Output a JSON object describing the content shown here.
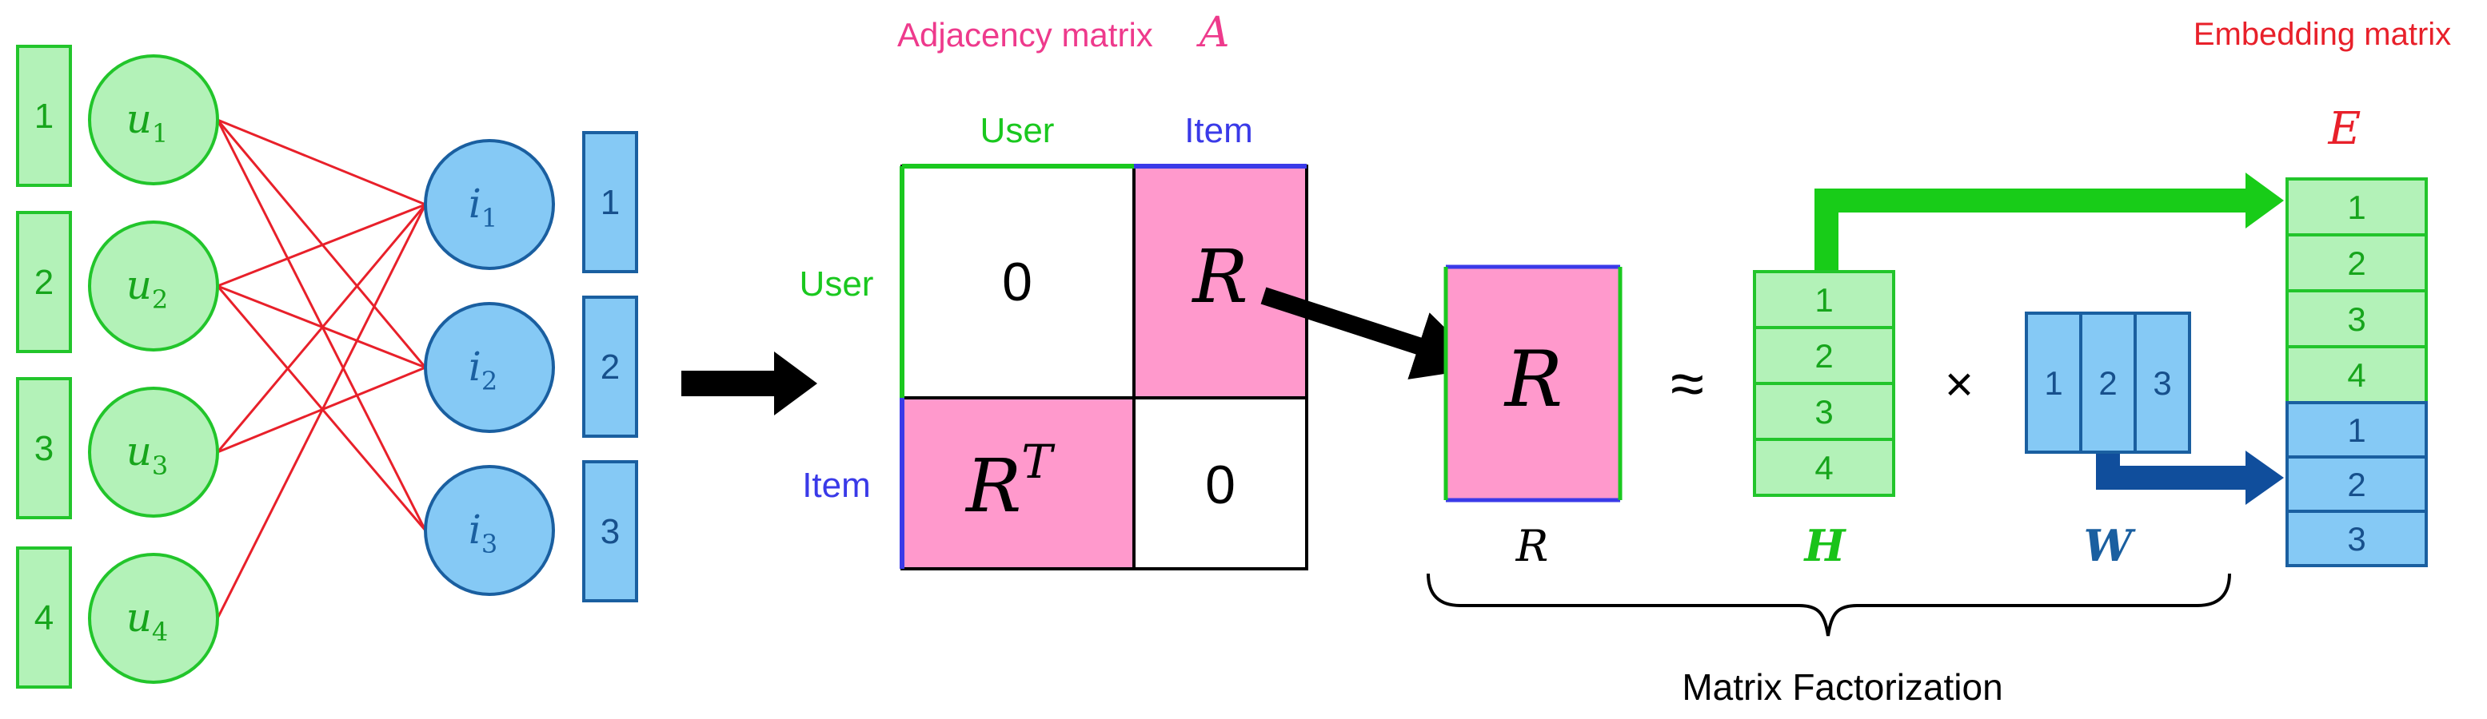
{
  "colors": {
    "user_fill": "#b3f2b8",
    "user_stroke": "#22c52b",
    "item_fill": "#85c9f5",
    "item_stroke": "#1a5fa0",
    "edge": "#e8202a",
    "pink": "#ff99cc",
    "matrix_title": "#ee3a8c",
    "embedding_title": "#e8202a",
    "label_blue": "#3a3ae8",
    "label_green": "#1ac81f",
    "arrow_green": "#18cc18",
    "arrow_blue": "#104e9c",
    "h_label": "#19c319",
    "w_label": "#1a5fa0"
  },
  "graph": {
    "user_ids": [
      "1",
      "2",
      "3",
      "4"
    ],
    "item_ids": [
      "1",
      "2",
      "3"
    ],
    "user_nodes": [
      {
        "base": "u",
        "sub": "1"
      },
      {
        "base": "u",
        "sub": "2"
      },
      {
        "base": "u",
        "sub": "3"
      },
      {
        "base": "u",
        "sub": "4"
      }
    ],
    "item_nodes": [
      {
        "base": "i",
        "sub": "1"
      },
      {
        "base": "i",
        "sub": "2"
      },
      {
        "base": "i",
        "sub": "3"
      }
    ],
    "edges": [
      [
        0,
        0
      ],
      [
        0,
        1
      ],
      [
        0,
        2
      ],
      [
        1,
        0
      ],
      [
        1,
        1
      ],
      [
        1,
        2
      ],
      [
        2,
        0
      ],
      [
        2,
        1
      ],
      [
        3,
        0
      ]
    ]
  },
  "adjacency": {
    "title": "Adjacency matrix",
    "title_symbol": "A",
    "col_user": "User",
    "col_item": "Item",
    "row_user": "User",
    "row_item": "Item",
    "cell_zero_1": "0",
    "cell_r": "R",
    "cell_rt_base": "R",
    "cell_rt_sup": "T",
    "cell_zero_2": "0"
  },
  "factorization": {
    "r_symbol": "R",
    "r_label": "R",
    "approx": "≈",
    "times": "×",
    "h_rows": [
      "1",
      "2",
      "3",
      "4"
    ],
    "h_label": "H",
    "w_cols": [
      "1",
      "2",
      "3"
    ],
    "w_label": "W",
    "caption": "Matrix Factorization"
  },
  "embedding": {
    "title": "Embedding matrix",
    "symbol": "E",
    "user_rows": [
      "1",
      "2",
      "3",
      "4"
    ],
    "item_rows": [
      "1",
      "2",
      "3"
    ]
  }
}
